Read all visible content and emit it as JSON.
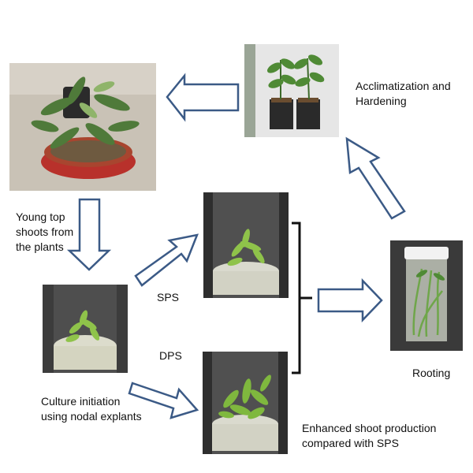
{
  "labels": {
    "young_shoots": "Young top\nshoots from\nthe plants",
    "culture_initiation": "Culture initiation\nusing nodal explants",
    "sps": "SPS",
    "dps": "DPS",
    "enhanced_shoot": "Enhanced shoot production\ncompared with SPS",
    "rooting": "Rooting",
    "acclimatization": "Acclimatization and\nHardening"
  },
  "colors": {
    "arrow_stroke": "#3b5a86",
    "arrow_fill": "#ffffff",
    "bracket": "#111111"
  }
}
